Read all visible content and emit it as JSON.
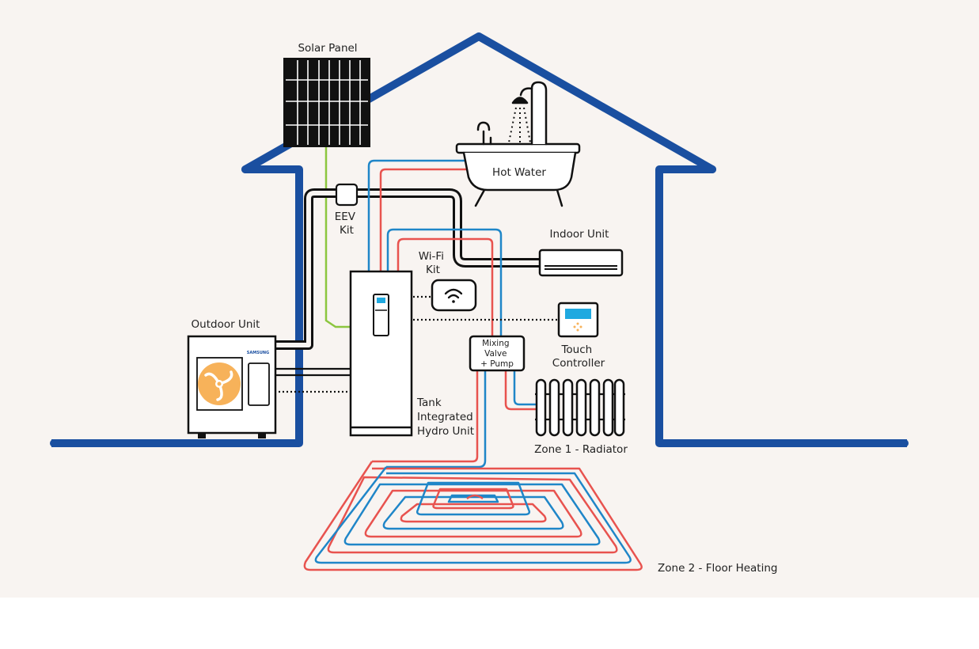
{
  "labels": {
    "solar_panel": "Solar Panel",
    "hot_water": "Hot Water",
    "eev_kit": [
      "EEV",
      "Kit"
    ],
    "indoor_unit": "Indoor Unit",
    "wifi_kit": [
      "Wi-Fi",
      "Kit"
    ],
    "outdoor_unit": "Outdoor Unit",
    "mixing_valve": [
      "Mixing",
      "Valve",
      "+ Pump"
    ],
    "touch_controller": [
      "Touch",
      "Controller"
    ],
    "tank_hydro": [
      "Tank",
      "Integrated",
      "Hydro Unit"
    ],
    "zone1": "Zone 1 - Radiator",
    "zone2": "Zone 2 - Floor Heating"
  },
  "brand": "SAMSUNG",
  "colors": {
    "house": "#1a4fa0",
    "flow_hot": "#e8534f",
    "flow_cold": "#1f86c8",
    "solar_line": "#8cc63f",
    "fan": "#f7b25a",
    "screen": "#1fa9e0",
    "background": "#f8f4f1"
  }
}
